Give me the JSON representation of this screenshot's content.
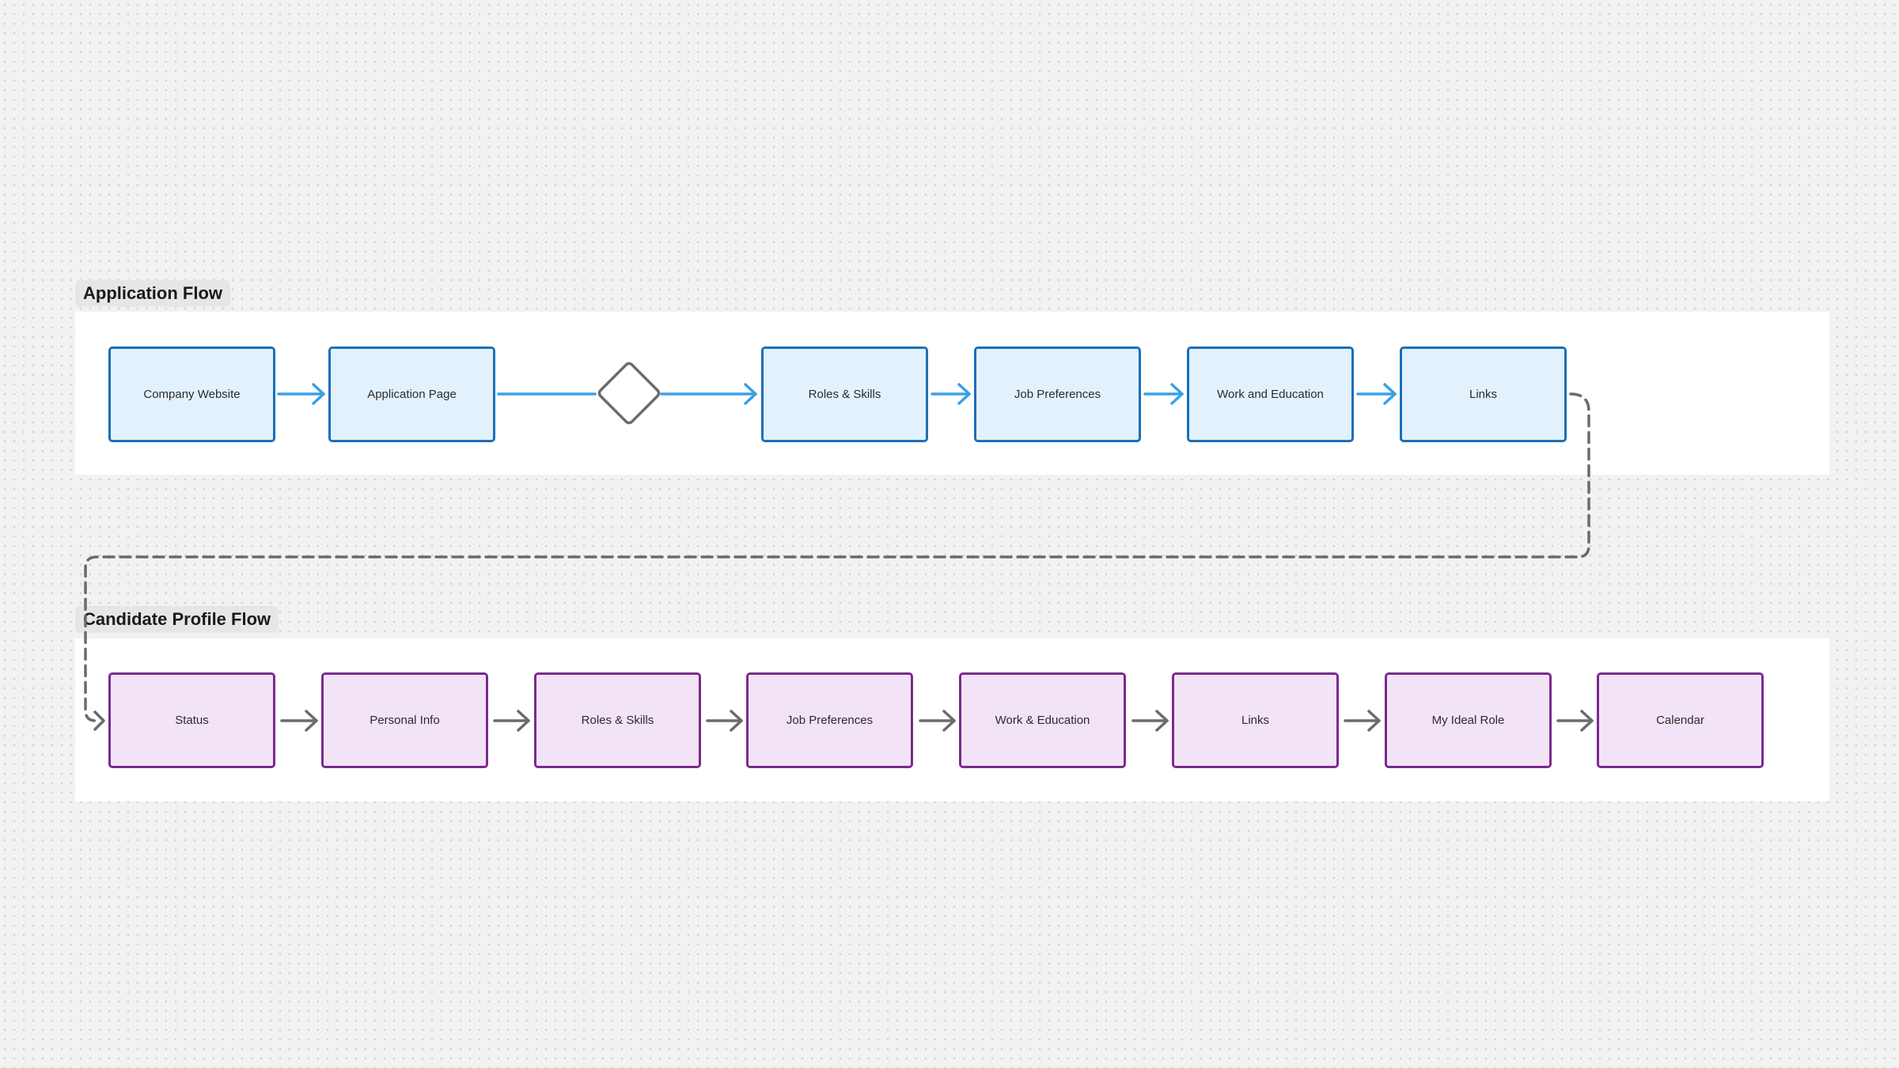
{
  "sections": [
    {
      "title": "Application Flow",
      "nodes": [
        "Company Website",
        "Application Page",
        "Roles & Skills",
        "Job Preferences",
        "Work and Education",
        "Links"
      ]
    },
    {
      "title": "Candidate Profile Flow",
      "nodes": [
        "Status",
        "Personal Info",
        "Roles & Skills",
        "Job Preferences",
        "Work & Education",
        "Links",
        "My Ideal Role",
        "Calendar"
      ]
    }
  ],
  "colors": {
    "application_fill": "#e3f1fc",
    "application_border": "#1b6fb8",
    "application_arrow": "#3ba0e6",
    "profile_fill": "#f2e4f6",
    "profile_border": "#7b2a8e",
    "profile_arrow": "#6b6b6b",
    "decision": "#6b6b6b",
    "link_dashed": "#6b6b6b"
  },
  "decision_node": {
    "shape": "diamond"
  }
}
